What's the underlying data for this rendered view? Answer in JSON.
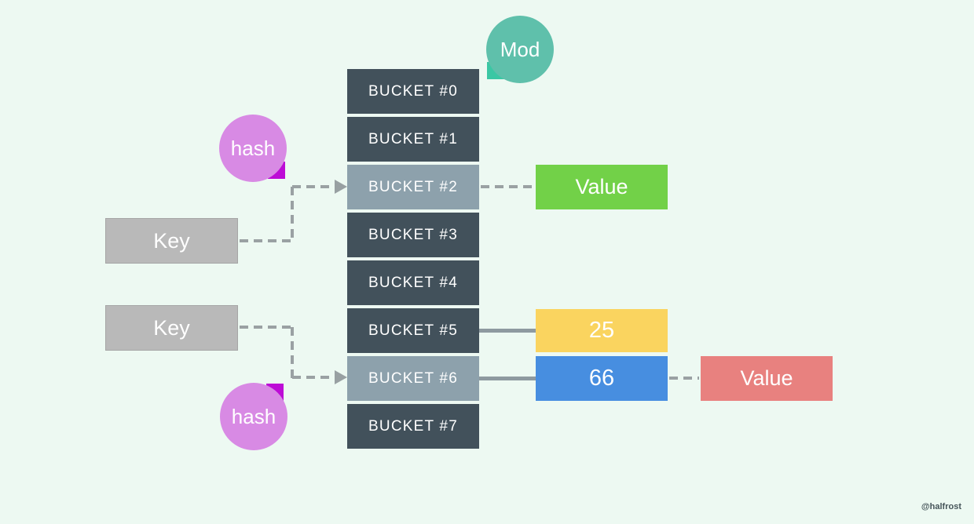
{
  "diagram": {
    "watermark": "@halfrost",
    "buckets": [
      {
        "label": "BUCKET #0",
        "highlighted": false
      },
      {
        "label": "BUCKET #1",
        "highlighted": false
      },
      {
        "label": "BUCKET #2",
        "highlighted": true
      },
      {
        "label": "BUCKET #3",
        "highlighted": false
      },
      {
        "label": "BUCKET #4",
        "highlighted": false
      },
      {
        "label": "BUCKET #5",
        "highlighted": false
      },
      {
        "label": "BUCKET #6",
        "highlighted": true
      },
      {
        "label": "BUCKET #7",
        "highlighted": false
      }
    ],
    "nodes": {
      "mod": {
        "label": "Mod"
      },
      "hash_top": {
        "label": "hash"
      },
      "hash_bottom": {
        "label": "hash"
      },
      "key_top": {
        "label": "Key"
      },
      "key_bottom": {
        "label": "Key"
      },
      "value_green": {
        "label": "Value"
      },
      "entry_25": {
        "label": "25"
      },
      "entry_66": {
        "label": "66"
      },
      "value_red": {
        "label": "Value"
      }
    },
    "edges": [
      {
        "from": "key-top",
        "to": "bucket-2",
        "style": "dashed-arrow",
        "via": "hash-top"
      },
      {
        "from": "bucket-2",
        "to": "value-green",
        "style": "dashed"
      },
      {
        "from": "key-bottom",
        "to": "bucket-6",
        "style": "dashed-arrow",
        "via": "hash-bottom"
      },
      {
        "from": "bucket-5",
        "to": "entry-25",
        "style": "solid"
      },
      {
        "from": "bucket-6",
        "to": "entry-66",
        "style": "solid"
      },
      {
        "from": "entry-66",
        "to": "value-red",
        "style": "dashed"
      }
    ],
    "colors": {
      "background": "#edf9f2",
      "bucket_dark": "#42515b",
      "bucket_highlight": "#8da1ac",
      "key_gray": "#b9b9b9",
      "value_green": "#72d148",
      "entry_yellow": "#fad45f",
      "entry_blue": "#478ee0",
      "value_red": "#e8817f",
      "mod_teal": "#5fc0ab",
      "mod_tail_teal": "#3bc7a4",
      "hash_purple": "#d88ae4",
      "hash_tail_magenta": "#bd0cd6",
      "connector_gray": "#98a0a2"
    }
  }
}
